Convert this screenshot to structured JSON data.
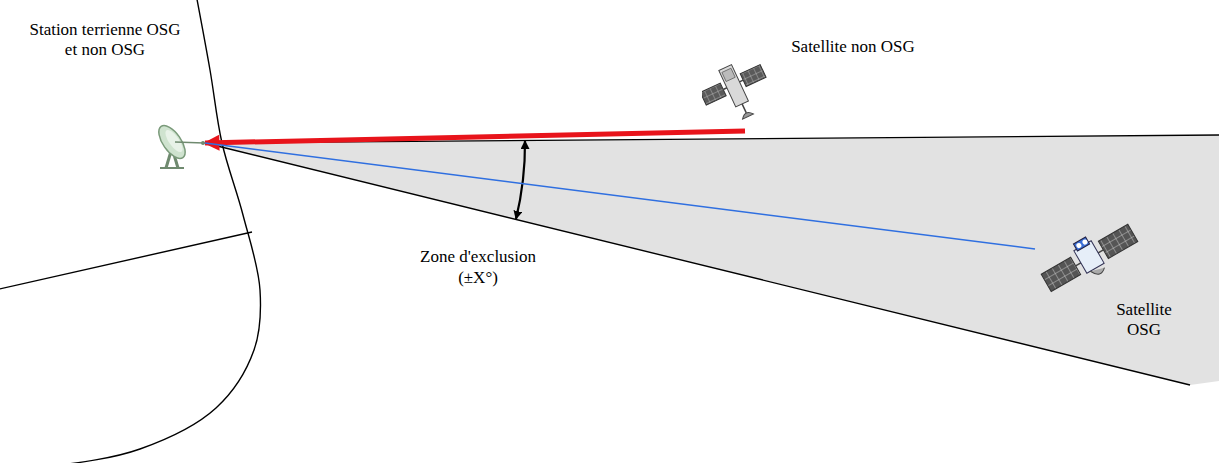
{
  "diagram": {
    "nodes": [
      {
        "text": [
          "Station terrienne OSG et non OSG"
        ]
      },
      {
        "text": [
          "Satellite non OSG"
        ]
      },
      {
        "text": [
          "Satellite OSG"
        ]
      }
    ],
    "edges": [
      {
        "from": 1,
        "to": 0,
        "arrow": "to"
      },
      {
        "from": 0,
        "to": 2,
        "arrow": "none"
      }
    ],
    "labels": [
      "Zone d'exclusion (±X°)"
    ]
  }
}
